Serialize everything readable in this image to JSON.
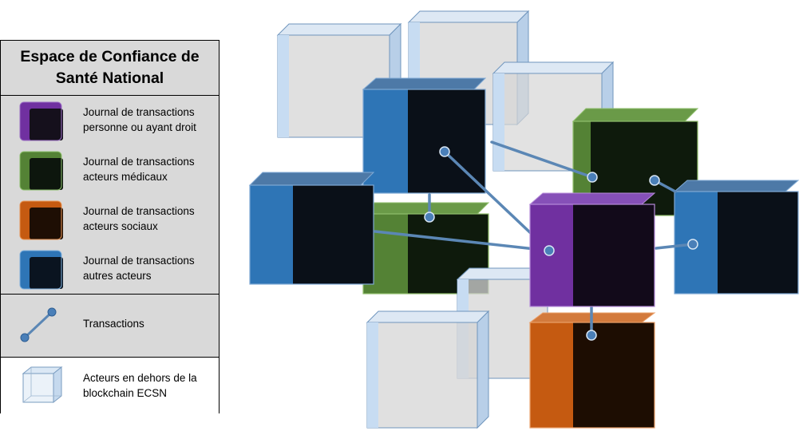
{
  "legend": {
    "title_line1": "Espace de Confiance de",
    "title_line2": "Santé National",
    "items": [
      {
        "line1": "Journal de transactions",
        "line2": "personne ou ayant droit",
        "color": "#7030a0"
      },
      {
        "line1": "Journal de transactions",
        "line2": "acteurs médicaux",
        "color": "#548235"
      },
      {
        "line1": "Journal de transactions",
        "line2": "acteurs sociaux",
        "color": "#c55a11"
      },
      {
        "line1": "Journal de transactions",
        "line2": "autres acteurs",
        "color": "#2e75b6"
      }
    ],
    "transactions_label": "Transactions",
    "outside_line1": "Acteurs en dehors de la",
    "outside_line2": "blockchain ECSN"
  },
  "colors": {
    "link": "#5b87b5",
    "glass": "#c5d9ee",
    "legend_bg": "#d9d9d9"
  }
}
